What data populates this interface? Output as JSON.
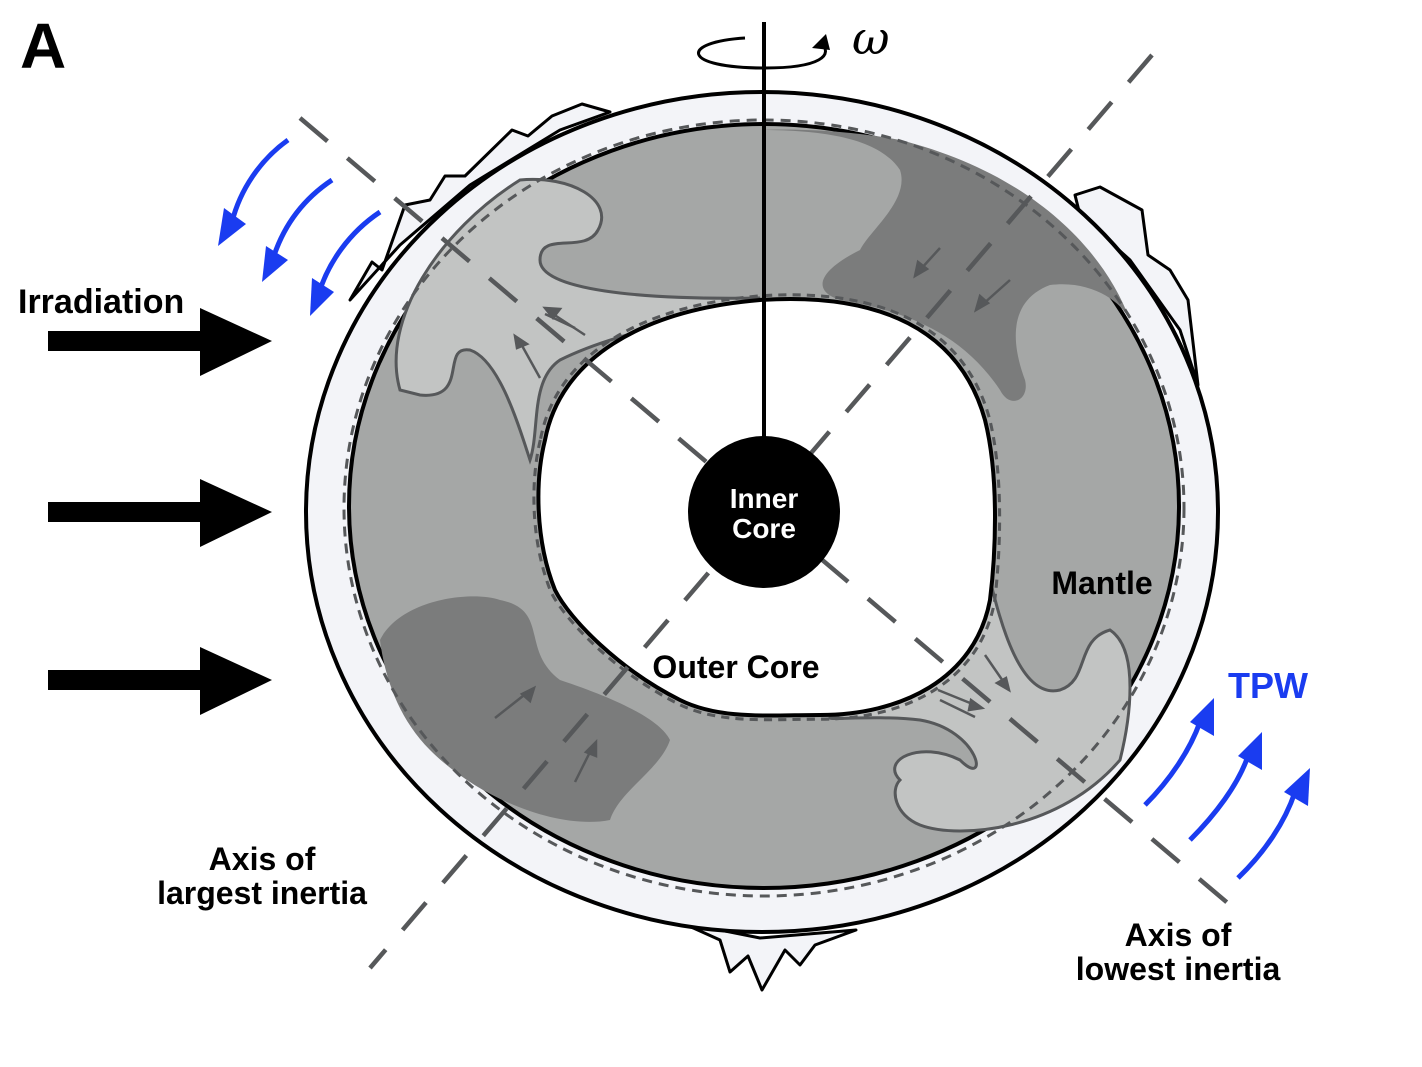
{
  "panel_label": "A",
  "omega_symbol": "ω",
  "labels": {
    "irradiation": "Irradiation",
    "inner_core_line1": "Inner",
    "inner_core_line2": "Core",
    "outer_core": "Outer Core",
    "mantle": "Mantle",
    "tpw": "TPW",
    "largest_axis_line1": "Axis of",
    "largest_axis_line2": "largest inertia",
    "lowest_axis_line1": "Axis of",
    "lowest_axis_line2": "lowest inertia"
  },
  "colors": {
    "tpw_arrows": "#1a3cf0",
    "tpw_text": "#1a3cf0",
    "irradiation_arrows": "#000000",
    "crust": "#f3f4f8",
    "mantle_mid": "#a5a7a6",
    "mantle_light": "#c2c4c3",
    "mantle_dark": "#7b7c7c",
    "axis_dash": "#56585a"
  }
}
